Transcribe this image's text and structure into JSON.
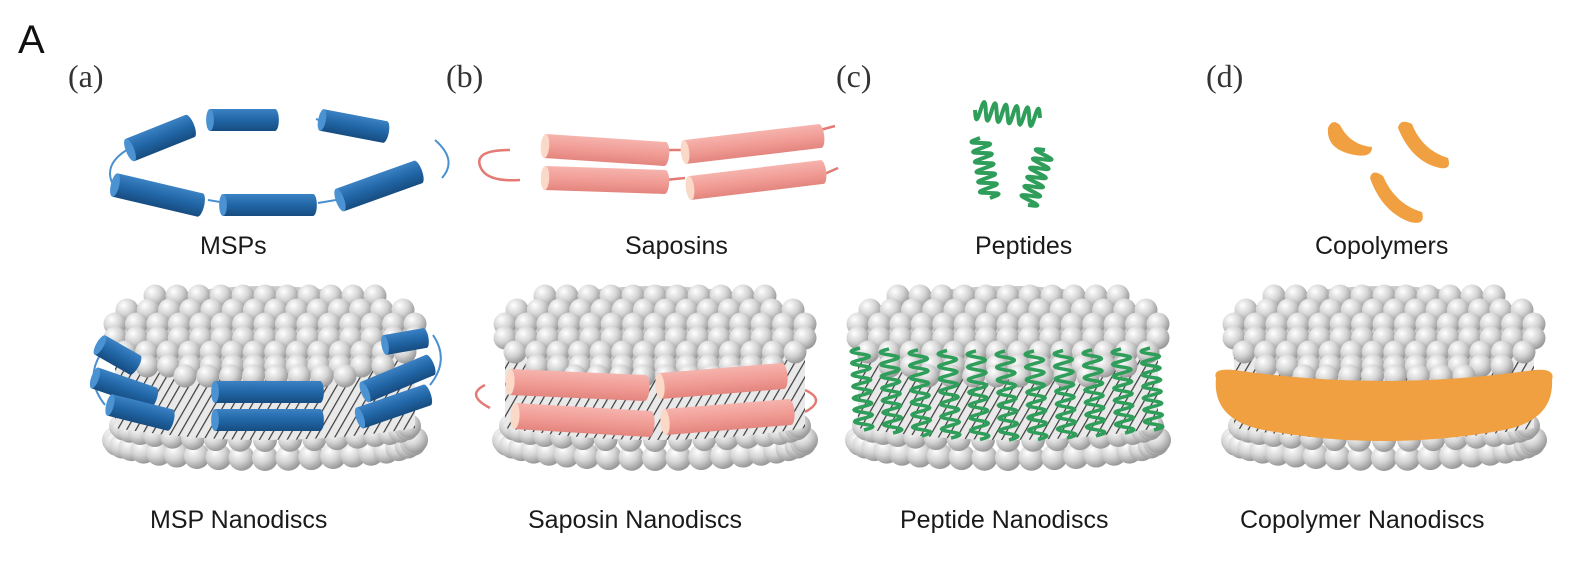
{
  "figure_label": "A",
  "panels": [
    {
      "tag": "(a)",
      "component_label": "MSPs",
      "assembly_label": "MSP Nanodiscs",
      "color": "#2166a6"
    },
    {
      "tag": "(b)",
      "component_label": "Saposins",
      "assembly_label": "Saposin Nanodiscs",
      "color": "#f2a09a"
    },
    {
      "tag": "(c)",
      "component_label": "Peptides",
      "assembly_label": "Peptide Nanodiscs",
      "color": "#2f9e5a"
    },
    {
      "tag": "(d)",
      "component_label": "Copolymers",
      "assembly_label": "Copolymer Nanodiscs",
      "color": "#f0a040"
    }
  ]
}
